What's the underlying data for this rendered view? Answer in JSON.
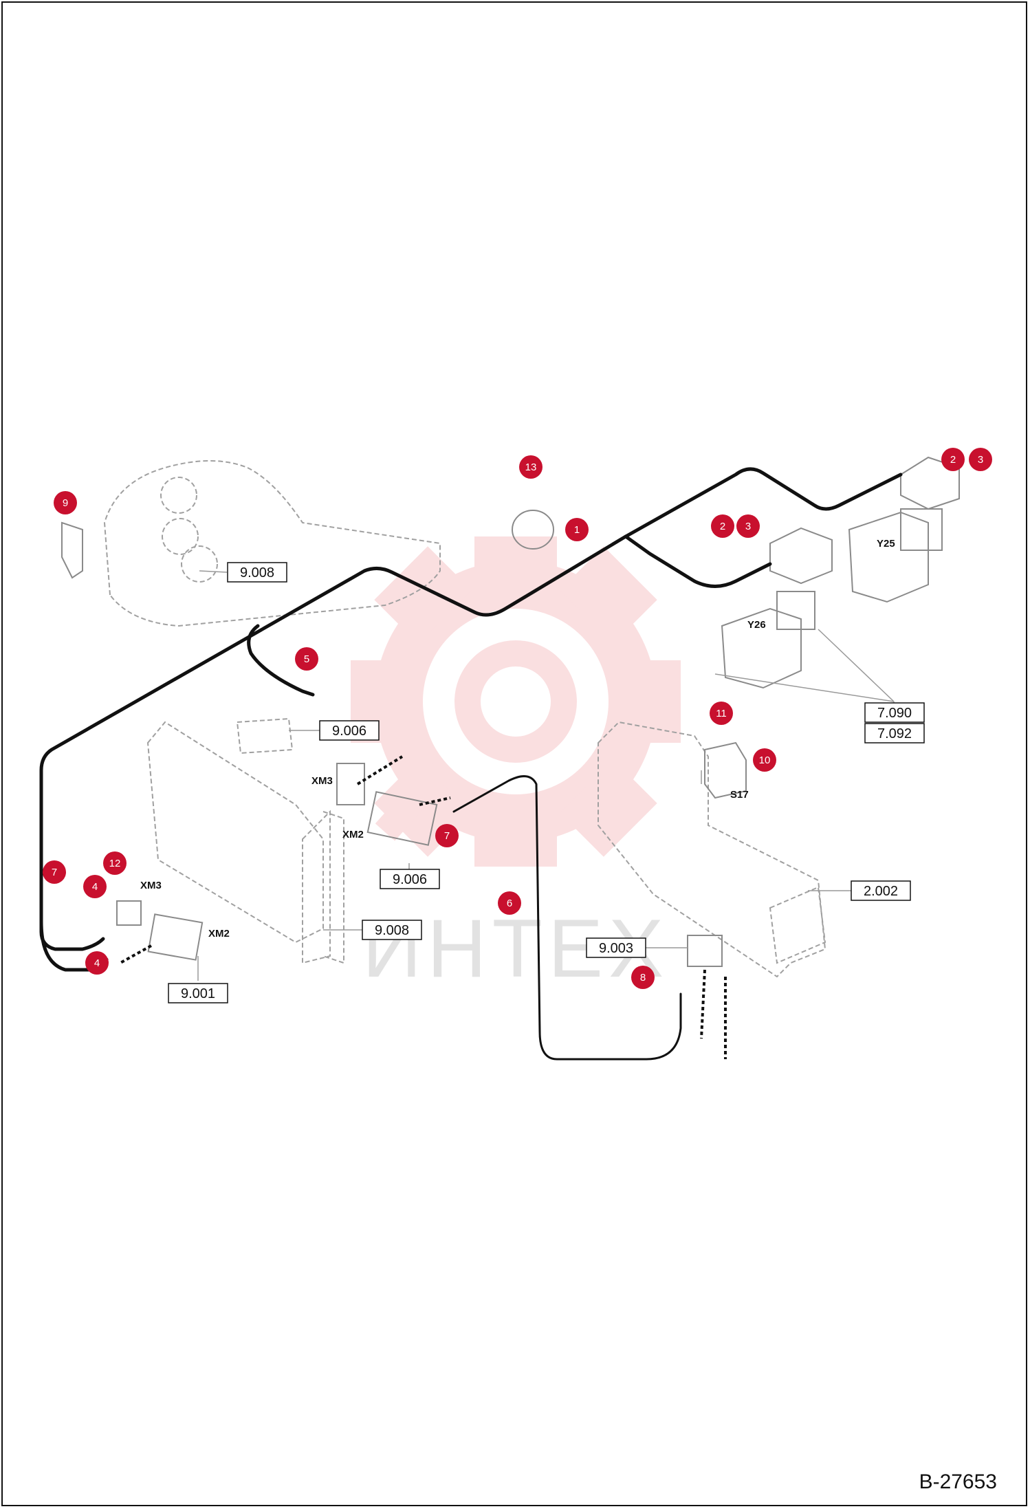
{
  "drawing_number": "B-27653",
  "watermark": {
    "text": "ИНТЕХ"
  },
  "colors": {
    "callout": "#c8102e",
    "cable": "#111111",
    "part_outline": "#9a9a9a",
    "watermark": "#f6c5c8"
  },
  "callouts": [
    {
      "id": "c13",
      "label": "13"
    },
    {
      "id": "c1",
      "label": "1"
    },
    {
      "id": "c2a",
      "label": "2"
    },
    {
      "id": "c3a",
      "label": "3"
    },
    {
      "id": "c2b",
      "label": "2"
    },
    {
      "id": "c3b",
      "label": "3"
    },
    {
      "id": "c9",
      "label": "9"
    },
    {
      "id": "c5",
      "label": "5"
    },
    {
      "id": "c11",
      "label": "11"
    },
    {
      "id": "c10",
      "label": "10"
    },
    {
      "id": "c7a",
      "label": "7"
    },
    {
      "id": "c7b",
      "label": "7"
    },
    {
      "id": "c12",
      "label": "12"
    },
    {
      "id": "c4a",
      "label": "4"
    },
    {
      "id": "c4b",
      "label": "4"
    },
    {
      "id": "c6",
      "label": "6"
    },
    {
      "id": "c8",
      "label": "8"
    }
  ],
  "references": [
    {
      "id": "r9008a",
      "label": "9.008"
    },
    {
      "id": "r9006a",
      "label": "9.006"
    },
    {
      "id": "r9006b",
      "label": "9.006"
    },
    {
      "id": "r7090",
      "label": "7.090"
    },
    {
      "id": "r7092",
      "label": "7.092"
    },
    {
      "id": "r2002",
      "label": "2.002"
    },
    {
      "id": "r9008b",
      "label": "9.008"
    },
    {
      "id": "r9003",
      "label": "9.003"
    },
    {
      "id": "r9001",
      "label": "9.001"
    }
  ],
  "designations": [
    {
      "id": "d_y25",
      "label": "Y25"
    },
    {
      "id": "d_y26",
      "label": "Y26"
    },
    {
      "id": "d_s17",
      "label": "S17"
    },
    {
      "id": "d_xm3a",
      "label": "XM3"
    },
    {
      "id": "d_xm2a",
      "label": "XM2"
    },
    {
      "id": "d_xm3b",
      "label": "XM3"
    },
    {
      "id": "d_xm2b",
      "label": "XM2"
    }
  ]
}
